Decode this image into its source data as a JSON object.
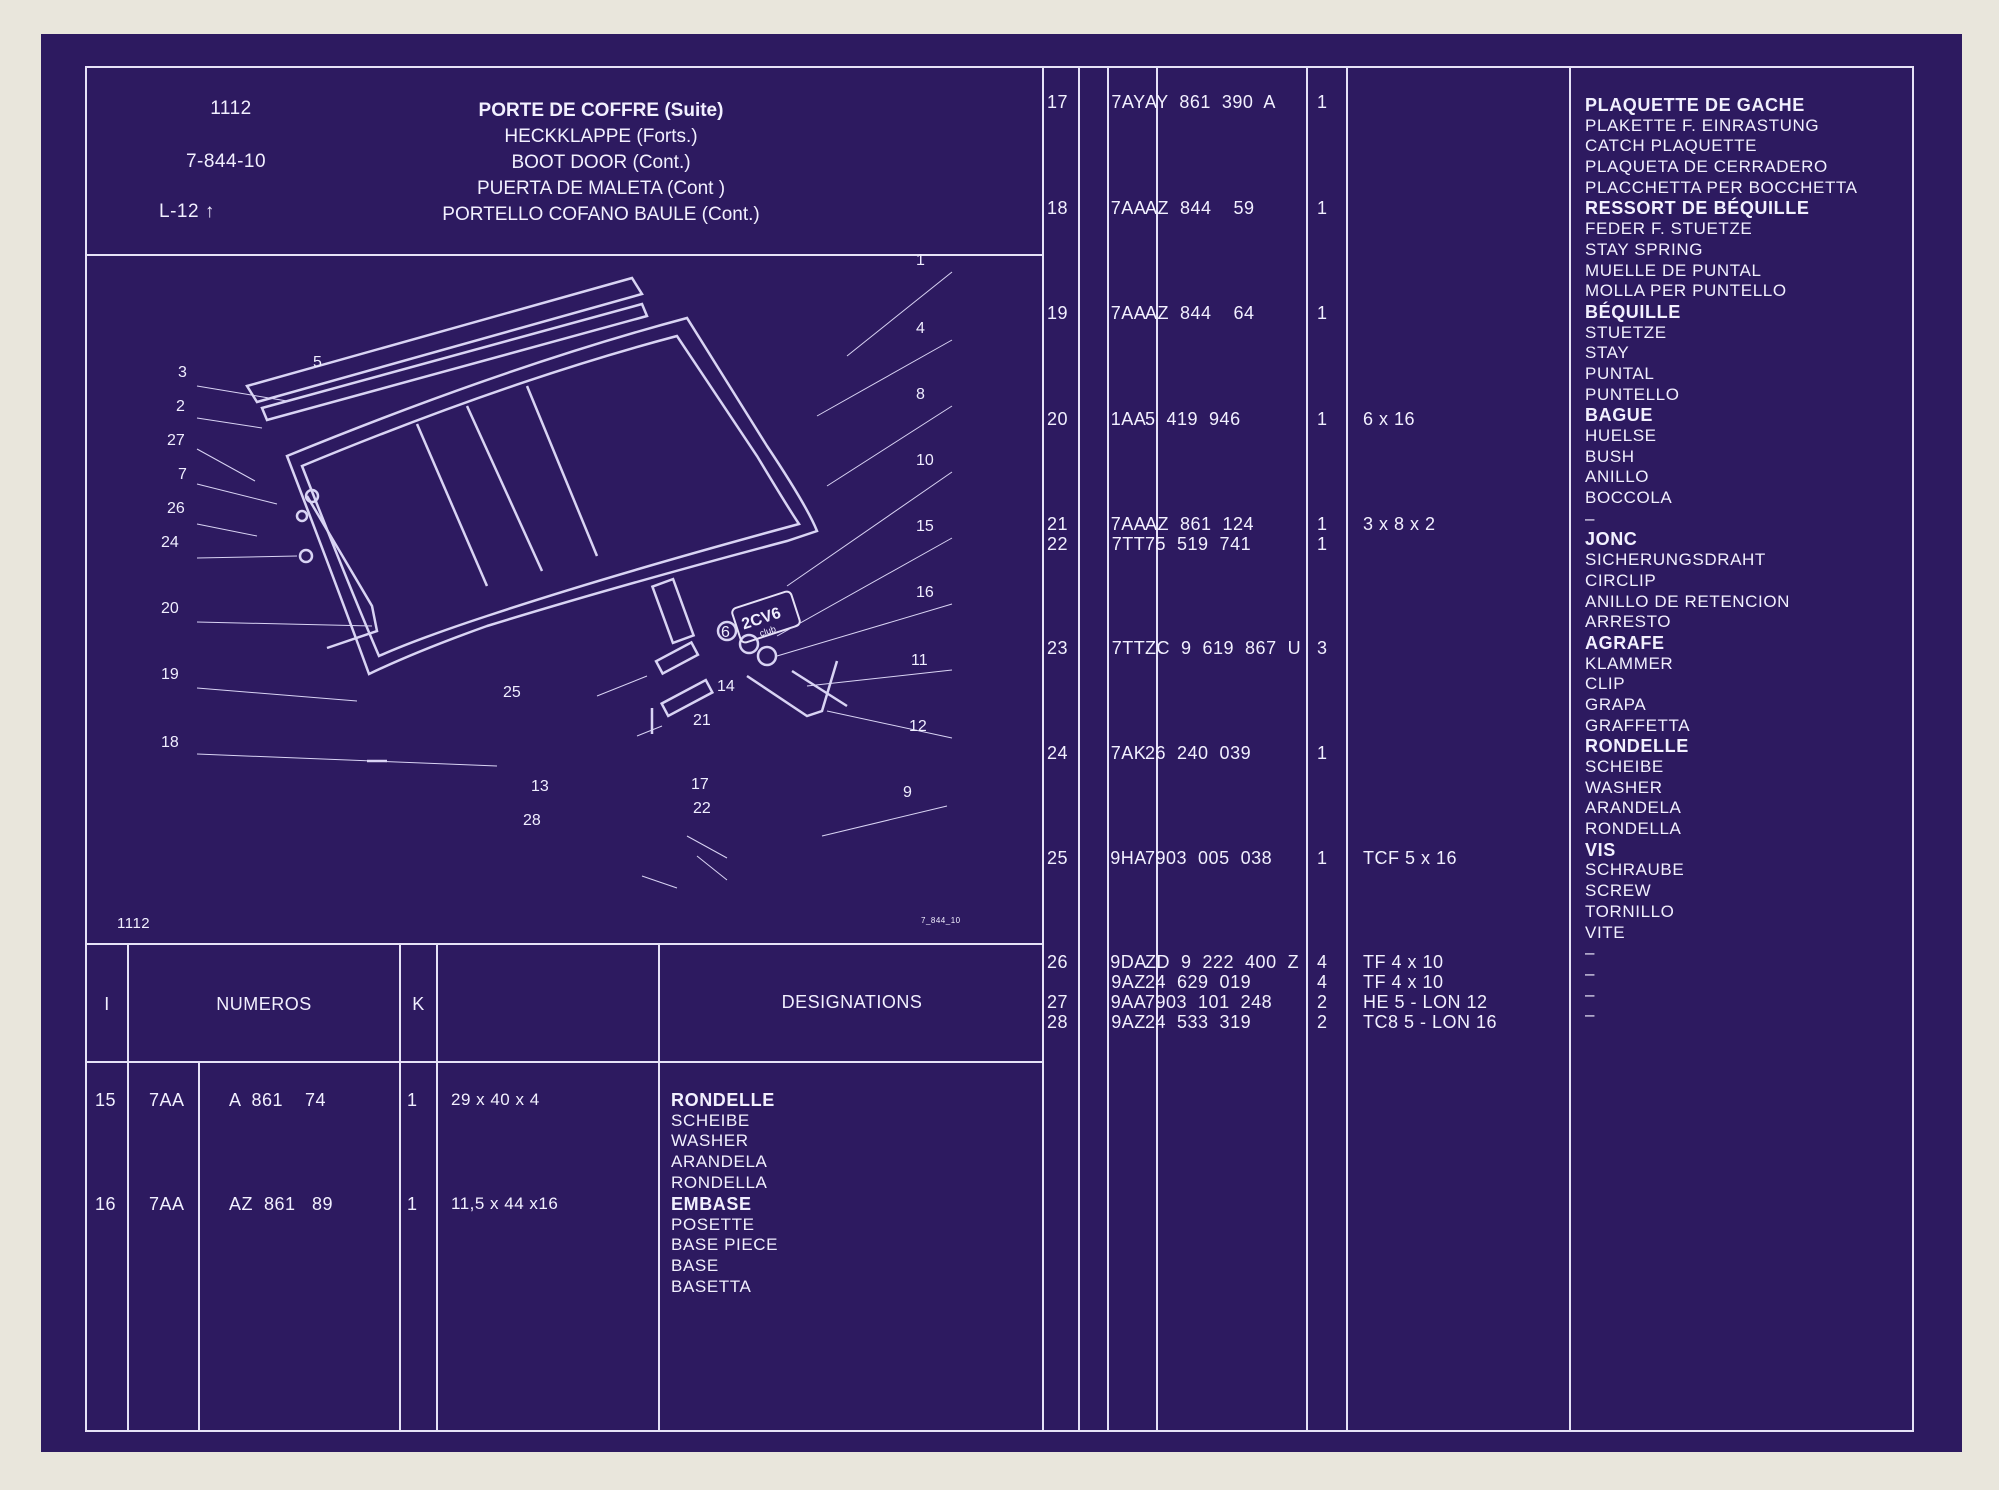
{
  "header": {
    "page_number": "1112",
    "figure_code": "7-844-10",
    "location_code": "L-12",
    "location_arrow": "↑",
    "titles": [
      {
        "text": "PORTE DE COFFRE (Suite)",
        "bold": true
      },
      {
        "text": "HECKKLAPPE (Forts.)",
        "bold": false
      },
      {
        "text": "BOOT DOOR (Cont.)",
        "bold": false
      },
      {
        "text": "PUERTA  DE MALETA (Cont )",
        "bold": false
      },
      {
        "text": "PORTELLO COFANO BAULE (Cont.)",
        "bold": false
      }
    ]
  },
  "diagram": {
    "page_number": "1112",
    "drawing_ref": "7_844_10",
    "badge_line1": "2CV6",
    "badge_line2": "club",
    "callouts": [
      "1",
      "4",
      "8",
      "10",
      "15",
      "16",
      "11",
      "12",
      "9",
      "3",
      "2",
      "27",
      "7",
      "26",
      "24",
      "20",
      "19",
      "18",
      "5",
      "25",
      "6",
      "14",
      "21",
      "13",
      "17",
      "22",
      "28"
    ]
  },
  "columns": {
    "index": "I",
    "numbers": "NUMEROS",
    "qty": "K",
    "designations": "DESIGNATIONS"
  },
  "left_rows": [
    {
      "ref": "15",
      "code": "7AA",
      "part": "A  861    74",
      "qty": "1",
      "dims": "29 x 40 x 4",
      "names": [
        "RONDELLE",
        "SCHEIBE",
        "WASHER",
        "ARANDELA",
        "RONDELLA"
      ]
    },
    {
      "ref": "16",
      "code": "7AA",
      "part": "AZ  861   89",
      "qty": "1",
      "dims": "11,5 x 44 x16",
      "names": [
        "EMBASE",
        "POSETTE",
        "BASE PIECE",
        "BASE",
        "BASETTA"
      ]
    }
  ],
  "right_rows": [
    {
      "ref": "17",
      "code": "7AY",
      "part": "AY  861  390  A",
      "qty": "1",
      "dims": ""
    },
    {
      "ref": "18",
      "code": "7AA",
      "part": "AZ  844    59",
      "qty": "1",
      "dims": ""
    },
    {
      "ref": "19",
      "code": "7AA",
      "part": "AZ  844    64",
      "qty": "1",
      "dims": ""
    },
    {
      "ref": "20",
      "code": "1AA",
      "part": "5  419  946",
      "qty": "1",
      "dims": "6  x 16"
    },
    {
      "ref": "21",
      "code": "7AA",
      "part": "AZ  861  124",
      "qty": "1",
      "dims": "3 x 8 x 2"
    },
    {
      "ref": "22",
      "code": "7TT",
      "part": "75  519  741",
      "qty": "1",
      "dims": ""
    },
    {
      "ref": "23",
      "code": "7TT",
      "part": "ZC  9  619  867  U",
      "qty": "3",
      "dims": ""
    },
    {
      "ref": "24",
      "code": "7AK",
      "part": "26  240  039",
      "qty": "1",
      "dims": ""
    },
    {
      "ref": "25",
      "code": "9HA",
      "part": "7903  005  038",
      "qty": "1",
      "dims": "TCF 5 x 16"
    },
    {
      "ref": "26",
      "code": "9DA",
      "part": "ZD  9  222  400  Z",
      "qty": "4",
      "dims": "TF 4 x 10"
    },
    {
      "ref": "",
      "code": "9AZ",
      "part": "24  629  019",
      "qty": "4",
      "dims": "TF 4 x 10"
    },
    {
      "ref": "27",
      "code": "9AA",
      "part": "7903  101  248",
      "qty": "2",
      "dims": "HE 5 - LON 12"
    },
    {
      "ref": "28",
      "code": "9AZ",
      "part": "24  533  319",
      "qty": "2",
      "dims": "TC8 5 - LON 16"
    }
  ],
  "right_designations": [
    {
      "text": "PLAQUETTE DE GACHE",
      "bold": true
    },
    {
      "text": "PLAKETTE F. EINRASTUNG",
      "bold": false
    },
    {
      "text": "CATCH PLAQUETTE",
      "bold": false
    },
    {
      "text": "PLAQUETA DE CERRADERO",
      "bold": false
    },
    {
      "text": "PLACCHETTA PER BOCCHETTA",
      "bold": false
    },
    {
      "text": "RESSORT DE BÉQUILLE",
      "bold": true
    },
    {
      "text": "FEDER F. STUETZE",
      "bold": false
    },
    {
      "text": "STAY SPRING",
      "bold": false
    },
    {
      "text": "MUELLE DE PUNTAL",
      "bold": false
    },
    {
      "text": "MOLLA PER PUNTELLO",
      "bold": false
    },
    {
      "text": "BÉQUILLE",
      "bold": true
    },
    {
      "text": "STUETZE",
      "bold": false
    },
    {
      "text": "STAY",
      "bold": false
    },
    {
      "text": "PUNTAL",
      "bold": false
    },
    {
      "text": "PUNTELLO",
      "bold": false
    },
    {
      "text": "BAGUE",
      "bold": true
    },
    {
      "text": "HUELSE",
      "bold": false
    },
    {
      "text": "BUSH",
      "bold": false
    },
    {
      "text": "ANILLO",
      "bold": false
    },
    {
      "text": "BOCCOLA",
      "bold": false
    },
    {
      "text": "–",
      "bold": false
    },
    {
      "text": "JONC",
      "bold": true
    },
    {
      "text": "SICHERUNGSDRAHT",
      "bold": false
    },
    {
      "text": "CIRCLIP",
      "bold": false
    },
    {
      "text": "ANILLO DE RETENCION",
      "bold": false
    },
    {
      "text": "ARRESTO",
      "bold": false
    },
    {
      "text": "AGRAFE",
      "bold": true
    },
    {
      "text": "KLAMMER",
      "bold": false
    },
    {
      "text": "CLIP",
      "bold": false
    },
    {
      "text": "GRAPA",
      "bold": false
    },
    {
      "text": "GRAFFETTA",
      "bold": false
    },
    {
      "text": "RONDELLE",
      "bold": true
    },
    {
      "text": "SCHEIBE",
      "bold": false
    },
    {
      "text": "WASHER",
      "bold": false
    },
    {
      "text": "ARANDELA",
      "bold": false
    },
    {
      "text": "RONDELLA",
      "bold": false
    },
    {
      "text": "VIS",
      "bold": true
    },
    {
      "text": "SCHRAUBE",
      "bold": false
    },
    {
      "text": "SCREW",
      "bold": false
    },
    {
      "text": "TORNILLO",
      "bold": false
    },
    {
      "text": "VITE",
      "bold": false
    },
    {
      "text": "–",
      "bold": false
    },
    {
      "text": "–",
      "bold": false
    },
    {
      "text": "–",
      "bold": false
    },
    {
      "text": "–",
      "bold": false
    }
  ]
}
